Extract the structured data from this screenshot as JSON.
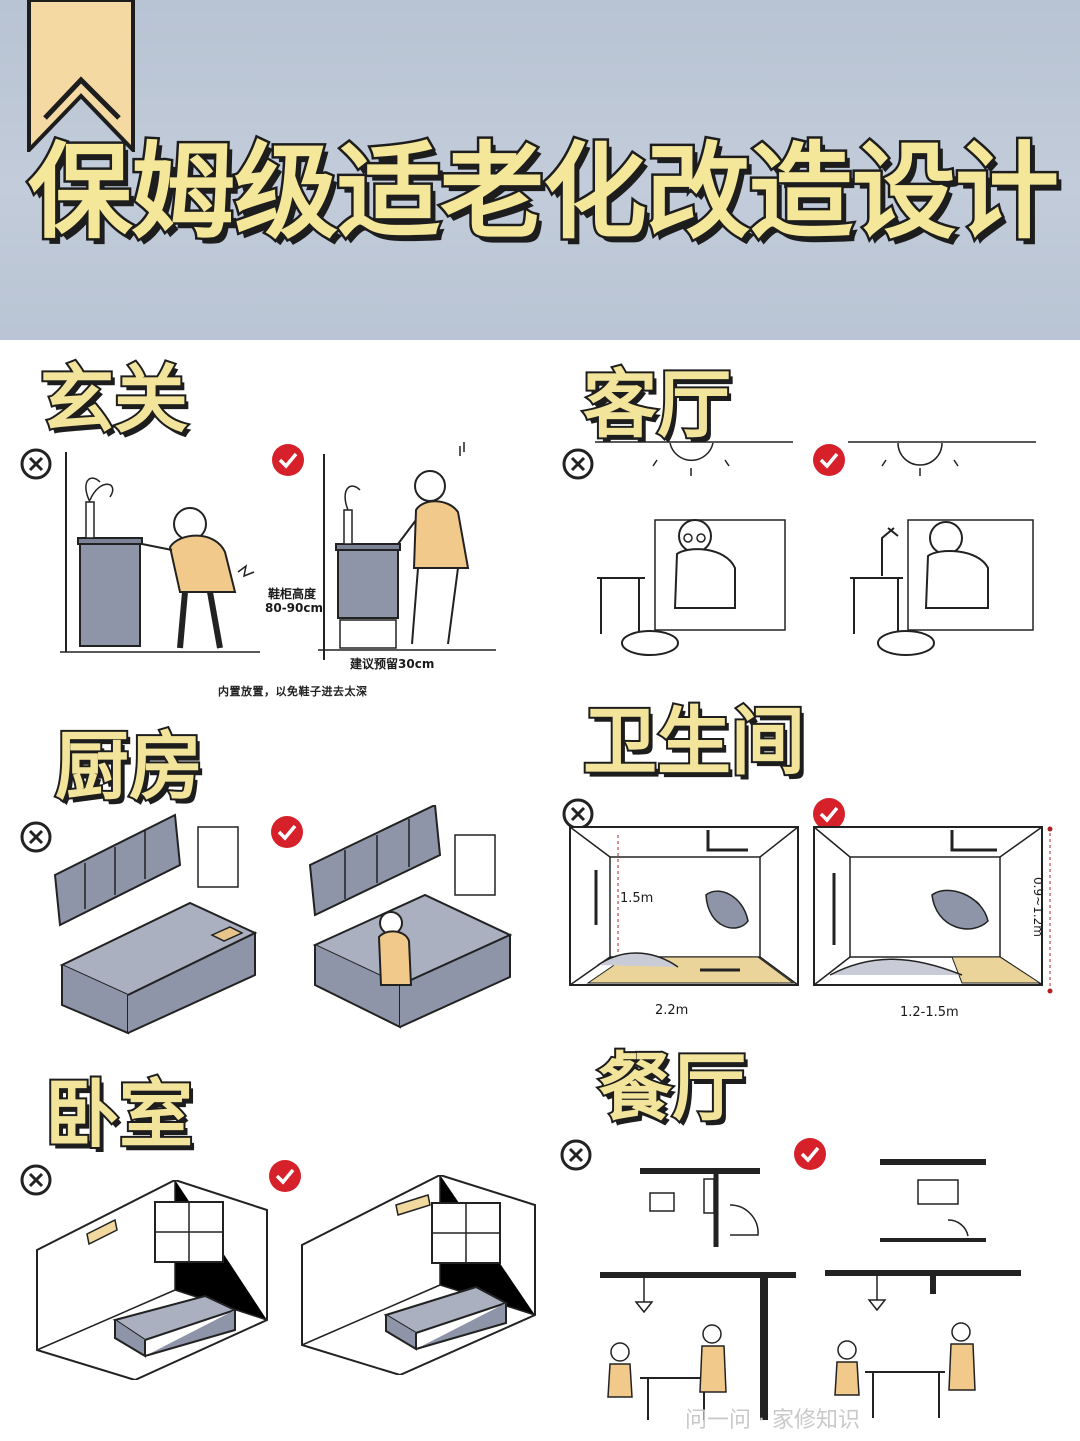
{
  "title": "保姆级适老化改造设计",
  "sections": {
    "entrance": {
      "title": "玄关",
      "labels": {
        "height": "鞋柜高度",
        "height_value": "80-90cm",
        "reserve": "建议预留30cm",
        "caption": "内置放置，以免鞋子进去太深"
      }
    },
    "living": {
      "title": "客厅"
    },
    "kitchen": {
      "title": "厨房"
    },
    "bathroom": {
      "title": "卫生间",
      "labels": {
        "height": "1.5m",
        "width_left": "2.2m",
        "width_right": "1.2-1.5m",
        "side": "0.9~1.2m"
      }
    },
    "bedroom": {
      "title": "卧室"
    },
    "dining": {
      "title": "餐厅"
    }
  },
  "marks": {
    "wrong": "wrong-icon",
    "right": "check-icon"
  },
  "colors": {
    "title_fill": "#f4e79a",
    "banner": "#bfc9d8",
    "cabinet": "#8e95a8",
    "ribbon": "#f5d9a2",
    "check": "#d6202a",
    "wrong": "#222222"
  },
  "watermark": "问一问 · 家修知识"
}
